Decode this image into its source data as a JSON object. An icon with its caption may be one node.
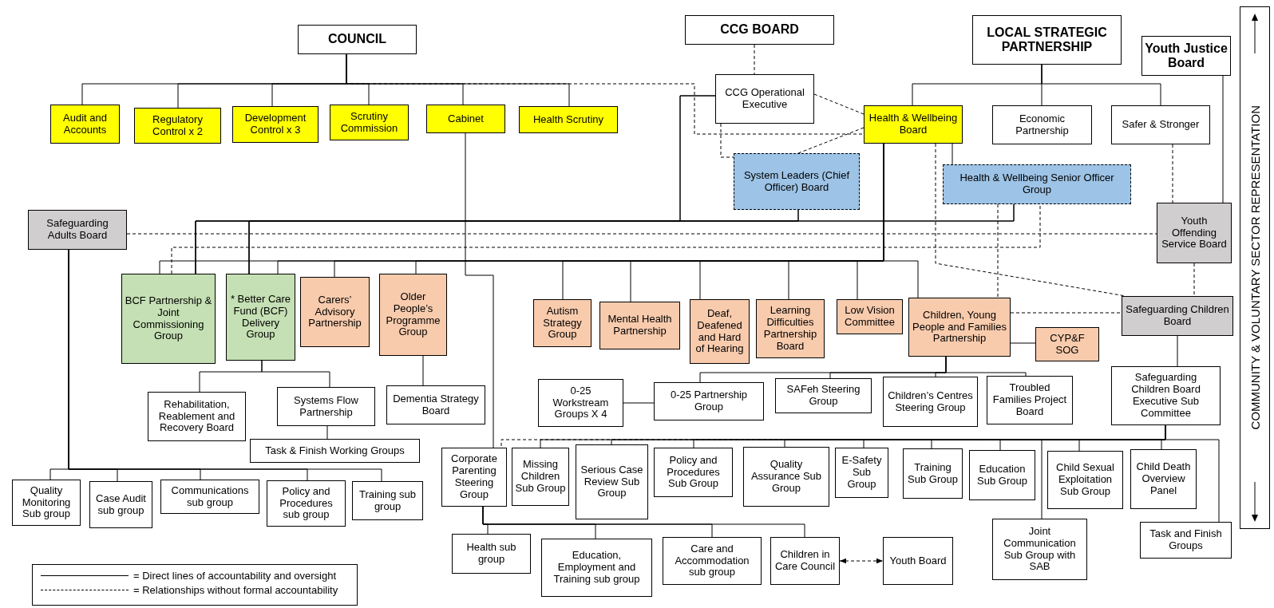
{
  "diagram": {
    "nodes": [
      {
        "text": [
          "COUNCIL"
        ]
      },
      {
        "text": [
          "CCG BOARD"
        ]
      },
      {
        "text": [
          "LOCAL STRATEGIC PARTNERSHIP"
        ]
      },
      {
        "text": [
          "Youth Justice Board"
        ]
      },
      {
        "text": [
          "Audit and Accounts"
        ]
      },
      {
        "text": [
          "Regulatory Control x 2"
        ]
      },
      {
        "text": [
          "Development Control x 3"
        ]
      },
      {
        "text": [
          "Scrutiny Commission"
        ]
      },
      {
        "text": [
          "Cabinet"
        ]
      },
      {
        "text": [
          "Health Scrutiny"
        ]
      },
      {
        "text": [
          "CCG Operational Executive"
        ]
      },
      {
        "text": [
          "Health & Wellbeing Board"
        ]
      },
      {
        "text": [
          "Economic Partnership"
        ]
      },
      {
        "text": [
          "Safer & Stronger"
        ]
      },
      {
        "text": [
          "System Leaders (Chief Officer) Board"
        ]
      },
      {
        "text": [
          "Health & Wellbeing Senior Officer Group"
        ]
      },
      {
        "text": [
          "Safeguarding Adults Board"
        ]
      },
      {
        "text": [
          "Youth Offending Service Board"
        ]
      },
      {
        "text": [
          "BCF Partnership & Joint Commissioning Group"
        ]
      },
      {
        "text": [
          "* Better Care Fund (BCF) Delivery Group"
        ]
      },
      {
        "text": [
          "Carers’ Advisory Partnership"
        ]
      },
      {
        "text": [
          "Older People’s Programme Group"
        ]
      },
      {
        "text": [
          "Autism Strategy Group"
        ]
      },
      {
        "text": [
          "Mental Health Partnership"
        ]
      },
      {
        "text": [
          "Deaf, Deafened and Hard of Hearing"
        ]
      },
      {
        "text": [
          "Learning Difficulties Partnership Board"
        ]
      },
      {
        "text": [
          "Low Vision Committee"
        ]
      },
      {
        "text": [
          "Children, Young People and Families Partnership"
        ]
      },
      {
        "text": [
          "Safeguarding Children Board"
        ]
      },
      {
        "text": [
          "CYP&F SOG"
        ]
      },
      {
        "text": [
          "Rehabilitation, Reablement and Recovery Board"
        ]
      },
      {
        "text": [
          "Systems Flow Partnership"
        ]
      },
      {
        "text": [
          "Dementia Strategy Board"
        ]
      },
      {
        "text": [
          "Task & Finish Working Groups"
        ]
      },
      {
        "text": [
          "0-25 Workstream Groups X 4"
        ]
      },
      {
        "text": [
          "0-25 Partnership Group"
        ]
      },
      {
        "text": [
          "SAFeh Steering Group"
        ]
      },
      {
        "text": [
          "Children’s Centres Steering Group"
        ]
      },
      {
        "text": [
          "Troubled Families Project Board"
        ]
      },
      {
        "text": [
          "Safeguarding Children Board Executive Sub Committee"
        ]
      },
      {
        "text": [
          "Quality Monitoring Sub group"
        ]
      },
      {
        "text": [
          "Case Audit sub group"
        ]
      },
      {
        "text": [
          "Communications sub group"
        ]
      },
      {
        "text": [
          "Policy and Procedures sub group"
        ]
      },
      {
        "text": [
          "Training sub group"
        ]
      },
      {
        "text": [
          "Corporate Parenting Steering Group"
        ]
      },
      {
        "text": [
          "Missing Children Sub Group"
        ]
      },
      {
        "text": [
          "Serious Case Review Sub Group"
        ]
      },
      {
        "text": [
          "Policy and Procedures Sub Group"
        ]
      },
      {
        "text": [
          "Quality Assurance Sub Group"
        ]
      },
      {
        "text": [
          "E-Safety Sub Group"
        ]
      },
      {
        "text": [
          "Training Sub Group"
        ]
      },
      {
        "text": [
          "Education Sub Group"
        ]
      },
      {
        "text": [
          "Child Sexual Exploitation Sub Group"
        ]
      },
      {
        "text": [
          "Child Death Overview Panel"
        ]
      },
      {
        "text": [
          "Joint Communication Sub Group with SAB"
        ]
      },
      {
        "text": [
          "Task and Finish Groups"
        ]
      },
      {
        "text": [
          "Health sub group"
        ]
      },
      {
        "text": [
          "Education, Employment and Training sub group"
        ]
      },
      {
        "text": [
          "Care and Accommodation sub group"
        ]
      },
      {
        "text": [
          "Children in Care Council"
        ]
      },
      {
        "text": [
          "Youth Board"
        ]
      }
    ],
    "edges": [
      {
        "from": 0,
        "to": 4,
        "arrow": "none"
      },
      {
        "from": 0,
        "to": 5,
        "arrow": "none"
      },
      {
        "from": 0,
        "to": 6,
        "arrow": "none"
      },
      {
        "from": 0,
        "to": 7,
        "arrow": "none"
      },
      {
        "from": 0,
        "to": 8,
        "arrow": "none"
      },
      {
        "from": 0,
        "to": 9,
        "arrow": "none"
      },
      {
        "from": 0,
        "to": 11,
        "arrow": "none",
        "style": "dashed"
      },
      {
        "from": 1,
        "to": 10,
        "arrow": "none",
        "style": "dashed"
      },
      {
        "from": 10,
        "to": 11,
        "arrow": "none",
        "style": "dashed"
      },
      {
        "from": 2,
        "to": 11,
        "arrow": "none"
      },
      {
        "from": 2,
        "to": 12,
        "arrow": "none"
      },
      {
        "from": 2,
        "to": 13,
        "arrow": "none"
      },
      {
        "from": 3,
        "to": 17,
        "arrow": "none"
      },
      {
        "from": 13,
        "to": 17,
        "arrow": "none",
        "style": "dashed"
      },
      {
        "from": 11,
        "to": 14,
        "arrow": "none",
        "style": "dashed"
      },
      {
        "from": 11,
        "to": 15,
        "arrow": "none"
      },
      {
        "from": 10,
        "to": 14,
        "arrow": "none",
        "style": "dashed"
      },
      {
        "from": 14,
        "to": 18,
        "arrow": "none"
      },
      {
        "from": 14,
        "to": 19,
        "arrow": "none"
      },
      {
        "from": 15,
        "to": 18,
        "arrow": "none"
      },
      {
        "from": 15,
        "to": 19,
        "arrow": "none"
      },
      {
        "from": 10,
        "to": 18,
        "arrow": "none"
      },
      {
        "from": 10,
        "to": 19,
        "arrow": "none"
      },
      {
        "from": 11,
        "to": 18,
        "arrow": "none"
      },
      {
        "from": 11,
        "to": 19,
        "arrow": "none"
      },
      {
        "from": 11,
        "to": 20,
        "arrow": "none"
      },
      {
        "from": 11,
        "to": 21,
        "arrow": "none"
      },
      {
        "from": 11,
        "to": 22,
        "arrow": "none"
      },
      {
        "from": 11,
        "to": 23,
        "arrow": "none"
      },
      {
        "from": 11,
        "to": 24,
        "arrow": "none"
      },
      {
        "from": 11,
        "to": 25,
        "arrow": "none"
      },
      {
        "from": 11,
        "to": 26,
        "arrow": "none"
      },
      {
        "from": 11,
        "to": 27,
        "arrow": "none"
      },
      {
        "from": 16,
        "to": 17,
        "arrow": "none",
        "style": "dashed"
      },
      {
        "from": 18,
        "to": 15,
        "arrow": "none",
        "style": "dashed"
      },
      {
        "from": 11,
        "to": 28,
        "arrow": "none",
        "style": "dashed"
      },
      {
        "from": 15,
        "to": 27,
        "arrow": "none",
        "style": "dashed"
      },
      {
        "from": 17,
        "to": 28,
        "arrow": "none",
        "style": "dashed"
      },
      {
        "from": 27,
        "to": 28,
        "arrow": "none",
        "style": "dashed"
      },
      {
        "from": 27,
        "to": 29,
        "arrow": "none"
      },
      {
        "from": 28,
        "to": 39,
        "arrow": "none"
      },
      {
        "from": 19,
        "to": 30,
        "arrow": "none"
      },
      {
        "from": 19,
        "to": 31,
        "arrow": "none"
      },
      {
        "from": 31,
        "to": 33,
        "arrow": "none"
      },
      {
        "from": 21,
        "to": 32,
        "arrow": "none"
      },
      {
        "from": 27,
        "to": 35,
        "arrow": "none"
      },
      {
        "from": 27,
        "to": 36,
        "arrow": "none"
      },
      {
        "from": 27,
        "to": 37,
        "arrow": "none"
      },
      {
        "from": 27,
        "to": 38,
        "arrow": "none"
      },
      {
        "from": 34,
        "to": 35,
        "arrow": "none"
      },
      {
        "from": 16,
        "to": 40,
        "arrow": "none"
      },
      {
        "from": 16,
        "to": 41,
        "arrow": "none"
      },
      {
        "from": 16,
        "to": 42,
        "arrow": "none"
      },
      {
        "from": 16,
        "to": 43,
        "arrow": "none"
      },
      {
        "from": 16,
        "to": 44,
        "arrow": "none"
      },
      {
        "from": 8,
        "to": 45,
        "arrow": "none"
      },
      {
        "from": 39,
        "to": 45,
        "arrow": "none",
        "style": "dashed"
      },
      {
        "from": 39,
        "to": 46,
        "arrow": "none"
      },
      {
        "from": 39,
        "to": 47,
        "arrow": "none"
      },
      {
        "from": 39,
        "to": 48,
        "arrow": "none"
      },
      {
        "from": 39,
        "to": 49,
        "arrow": "none"
      },
      {
        "from": 39,
        "to": 50,
        "arrow": "none"
      },
      {
        "from": 39,
        "to": 51,
        "arrow": "none"
      },
      {
        "from": 39,
        "to": 52,
        "arrow": "none"
      },
      {
        "from": 39,
        "to": 53,
        "arrow": "none"
      },
      {
        "from": 39,
        "to": 54,
        "arrow": "none"
      },
      {
        "from": 39,
        "to": 55,
        "arrow": "none"
      },
      {
        "from": 39,
        "to": 56,
        "arrow": "none"
      },
      {
        "from": 45,
        "to": 57,
        "arrow": "none"
      },
      {
        "from": 45,
        "to": 58,
        "arrow": "none"
      },
      {
        "from": 45,
        "to": 59,
        "arrow": "none"
      },
      {
        "from": 45,
        "to": 60,
        "arrow": "none"
      },
      {
        "from": 60,
        "to": 61,
        "arrow": "both",
        "style": "dashed"
      }
    ],
    "labels": [
      "COMMUNITY & VOLUNTARY SECTOR REPRESENTATION"
    ],
    "legend": [
      {
        "text": "= Direct lines of accountability and oversight"
      },
      {
        "text": "= Relationships without formal accountability"
      }
    ]
  }
}
